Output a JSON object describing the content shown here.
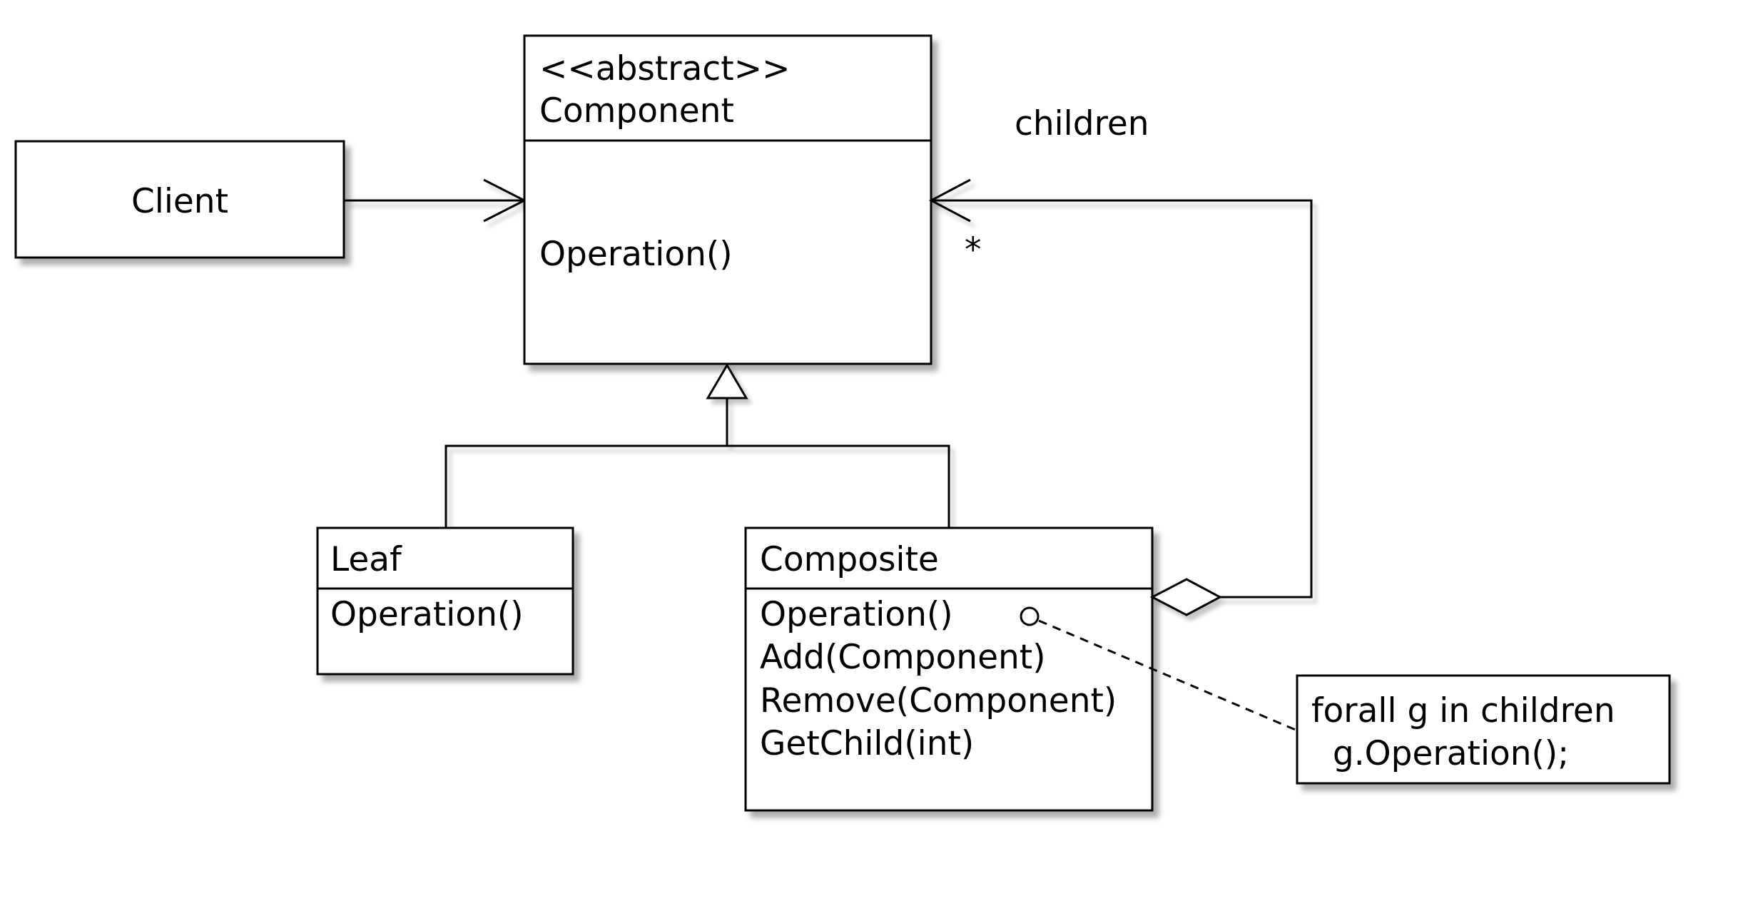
{
  "diagram": {
    "client": {
      "name": "Client"
    },
    "component": {
      "stereotype": "<<abstract>>",
      "name": "Component",
      "operation": "Operation()"
    },
    "leaf": {
      "name": "Leaf",
      "operation": "Operation()"
    },
    "composite": {
      "name": "Composite",
      "methods": [
        "Operation()",
        "Add(Component)",
        "Remove(Component)",
        "GetChild(int)"
      ]
    },
    "association": {
      "role": "children",
      "multiplicity": "*"
    },
    "note": {
      "lines": [
        "forall g in children",
        "  g.Operation();"
      ]
    }
  }
}
